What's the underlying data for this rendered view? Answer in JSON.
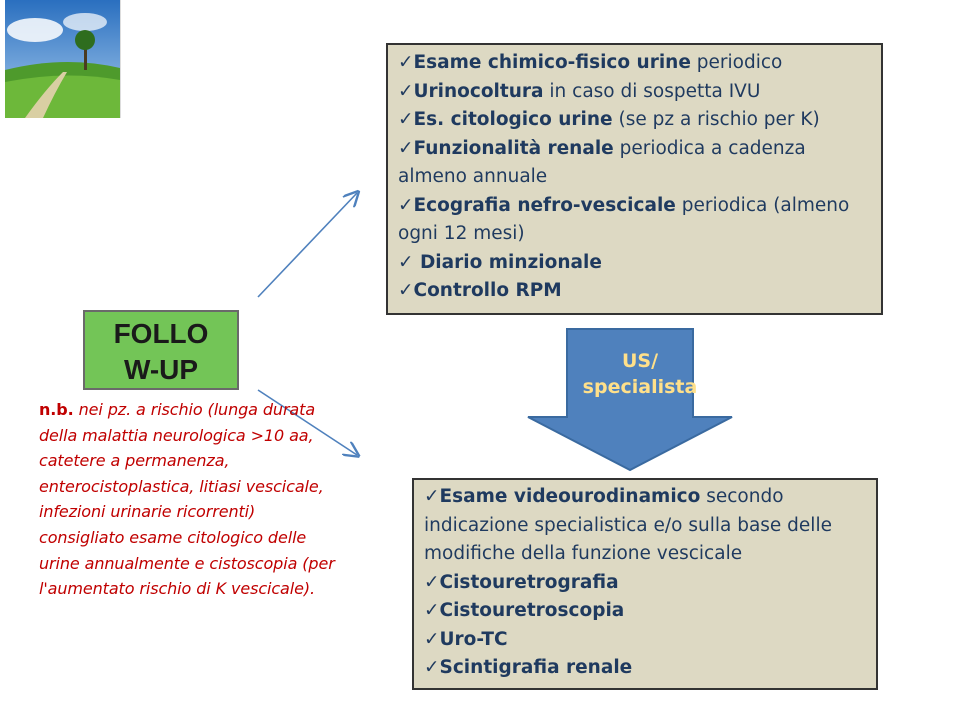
{
  "follow_box": {
    "label": "FOLLOW-UP"
  },
  "note": {
    "lead": "n.b.",
    "text": " nei pz. a rischio (lunga durata della malattia neurologica >10 aa, catetere a permanenza, enterocistoplastica, litiasi vescicale, infezioni urinarie ricorrenti) consigliato esame citologico delle urine annualmente e cistoscopia (per l'aumentato rischio di K vescicale)."
  },
  "top_box": {
    "items": [
      {
        "check": "✓",
        "bold": "Esame chimico-fisico urine",
        "rest": " periodico"
      },
      {
        "check": "✓",
        "bold": "Urinocoltura",
        "rest": " in caso di sospetta IVU"
      },
      {
        "check": "✓",
        "bold": "Es. citologico urine",
        "rest": " (se pz a rischio per K)"
      },
      {
        "check": "✓",
        "bold": "Funzionalità renale",
        "rest": " periodica a cadenza almeno annuale"
      },
      {
        "check": "✓",
        "bold": "Ecografia nefro-vescicale",
        "rest": " periodica (almeno ogni 12 mesi)"
      },
      {
        "check": "✓ ",
        "bold": "Diario minzionale",
        "rest": ""
      },
      {
        "check": "✓",
        "bold": "Controllo RPM",
        "rest": ""
      }
    ]
  },
  "arrow": {
    "line1": "US/",
    "line2": "specialista"
  },
  "bottom_box": {
    "items": [
      {
        "check": "✓",
        "bold": "Esame videourodinamico",
        "rest": " secondo indicazione specialistica e/o sulla base delle modifiche della funzione vescicale"
      },
      {
        "check": "✓",
        "bold": "Cistouretrografia",
        "rest": ""
      },
      {
        "check": "✓",
        "bold": "Cistouretroscopia",
        "rest": ""
      },
      {
        "check": "✓",
        "bold": "Uro-TC",
        "rest": ""
      },
      {
        "check": "✓",
        "bold": "Scintigrafia renale",
        "rest": ""
      }
    ]
  },
  "colors": {
    "follow_green": "#73c557",
    "box_fill": "#ddd9c3",
    "arrow_blue": "#4f81bd",
    "note_red": "#c00000",
    "box_text": "#1f3a5f"
  }
}
